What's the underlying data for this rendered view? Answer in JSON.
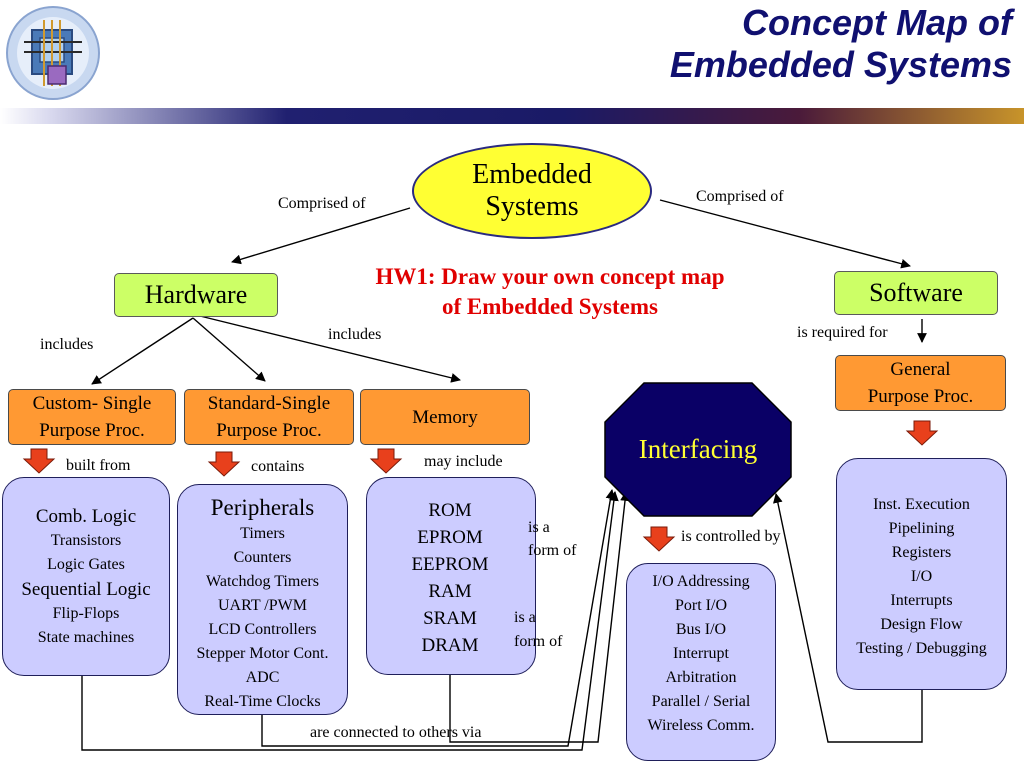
{
  "title": {
    "line1": "Concept Map of",
    "line2": "Embedded Systems"
  },
  "colors": {
    "title": "#101070",
    "root_fill": "#ffff33",
    "category_fill": "#ccff66",
    "type_fill": "#ff9933",
    "detail_fill": "#ccccff",
    "interfacing_fill": "#0a0066",
    "interfacing_text": "#ffff33",
    "homework_text": "#e00000",
    "down_arrow": "#e8401c"
  },
  "logo": {
    "icon": "embedded-chip-logo-icon"
  },
  "root": {
    "line1": "Embedded",
    "line2": "Systems"
  },
  "homework": {
    "line1": "HW1: Draw your own concept map",
    "line2": "of Embedded Systems"
  },
  "categories": {
    "hardware": "Hardware",
    "software": "Software"
  },
  "processors": {
    "custom": {
      "line1": "Custom- Single",
      "line2": "Purpose Proc."
    },
    "standard": {
      "line1": "Standard-Single",
      "line2": "Purpose Proc."
    },
    "memory": "Memory",
    "general": {
      "line1": "General",
      "line2": "Purpose Proc."
    }
  },
  "interfacing": "Interfacing",
  "edge_labels": {
    "comprised_left": "Comprised of",
    "comprised_right": "Comprised of",
    "includes_left": "includes",
    "includes_right": "includes",
    "required_for": "is required for",
    "built_from": "built from",
    "contains": "contains",
    "may_include": "may include",
    "form_of_1a": "is a",
    "form_of_1b": "form of",
    "form_of_2a": "is a",
    "form_of_2b": "form of",
    "controlled_by": "is controlled by",
    "connected_via": "are connected to others via"
  },
  "details": {
    "logic": [
      "Comb. Logic",
      "Transistors",
      "Logic Gates",
      "Sequential Logic",
      "Flip-Flops",
      "State machines"
    ],
    "peripherals": [
      "Peripherals",
      "Timers",
      "Counters",
      "Watchdog Timers",
      "UART /PWM",
      "LCD Controllers",
      "Stepper Motor Cont.",
      "ADC",
      "Real-Time Clocks"
    ],
    "memory": [
      "ROM",
      "EPROM",
      "EEPROM",
      "RAM",
      "SRAM",
      "DRAM"
    ],
    "io": [
      "I/O Addressing",
      "Port I/O",
      "Bus I/O",
      "Interrupt",
      "Arbitration",
      "Parallel / Serial",
      "Wireless Comm."
    ],
    "software": [
      "Inst. Execution",
      "Pipelining",
      "Registers",
      "I/O",
      "Interrupts",
      "Design Flow",
      "Testing / Debugging"
    ]
  }
}
